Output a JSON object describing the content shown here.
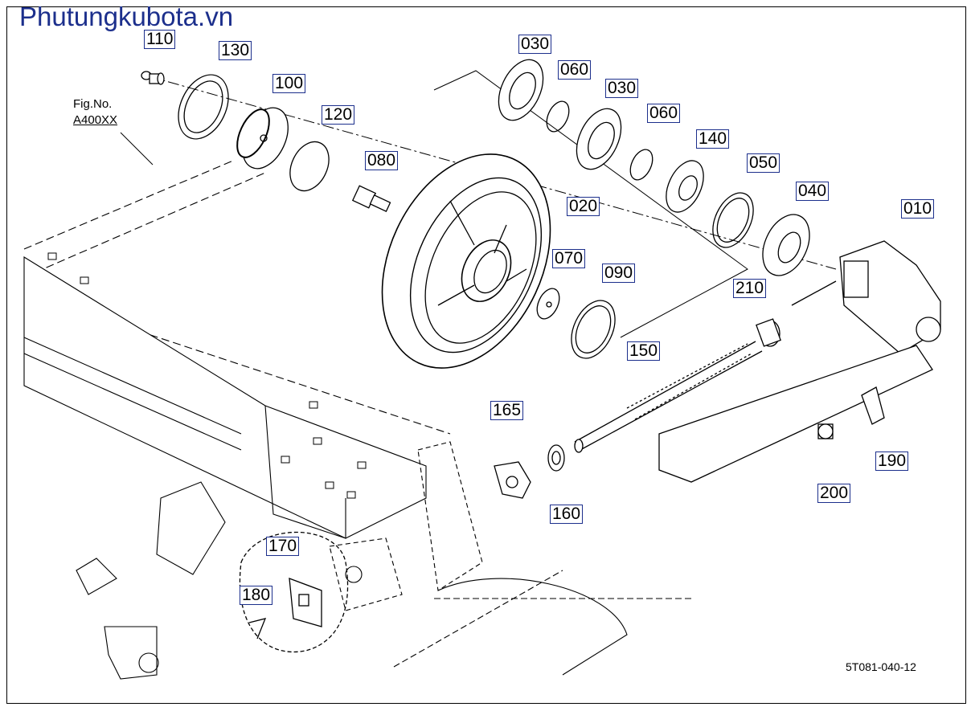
{
  "site_title": "Phutungkubota.vn",
  "fig": {
    "line1": "Fig.No.",
    "line2": "A400XX"
  },
  "drawing_code": "5T081-040-12",
  "parts": [
    {
      "id": "p110",
      "label": "110"
    },
    {
      "id": "p130",
      "label": "130"
    },
    {
      "id": "p100",
      "label": "100"
    },
    {
      "id": "p120",
      "label": "120"
    },
    {
      "id": "p080",
      "label": "080"
    },
    {
      "id": "p030a",
      "label": "030"
    },
    {
      "id": "p060a",
      "label": "060"
    },
    {
      "id": "p030b",
      "label": "030"
    },
    {
      "id": "p060b",
      "label": "060"
    },
    {
      "id": "p140",
      "label": "140"
    },
    {
      "id": "p050",
      "label": "050"
    },
    {
      "id": "p040",
      "label": "040"
    },
    {
      "id": "p010",
      "label": "010"
    },
    {
      "id": "p020",
      "label": "020"
    },
    {
      "id": "p070",
      "label": "070"
    },
    {
      "id": "p090",
      "label": "090"
    },
    {
      "id": "p210",
      "label": "210"
    },
    {
      "id": "p150",
      "label": "150"
    },
    {
      "id": "p165",
      "label": "165"
    },
    {
      "id": "p160",
      "label": "160"
    },
    {
      "id": "p190",
      "label": "190"
    },
    {
      "id": "p200",
      "label": "200"
    },
    {
      "id": "p170",
      "label": "170"
    },
    {
      "id": "p180",
      "label": "180"
    }
  ],
  "colors": {
    "title": "#1c2f8c",
    "tag_border": "#1c2f8c",
    "line": "#000000"
  }
}
